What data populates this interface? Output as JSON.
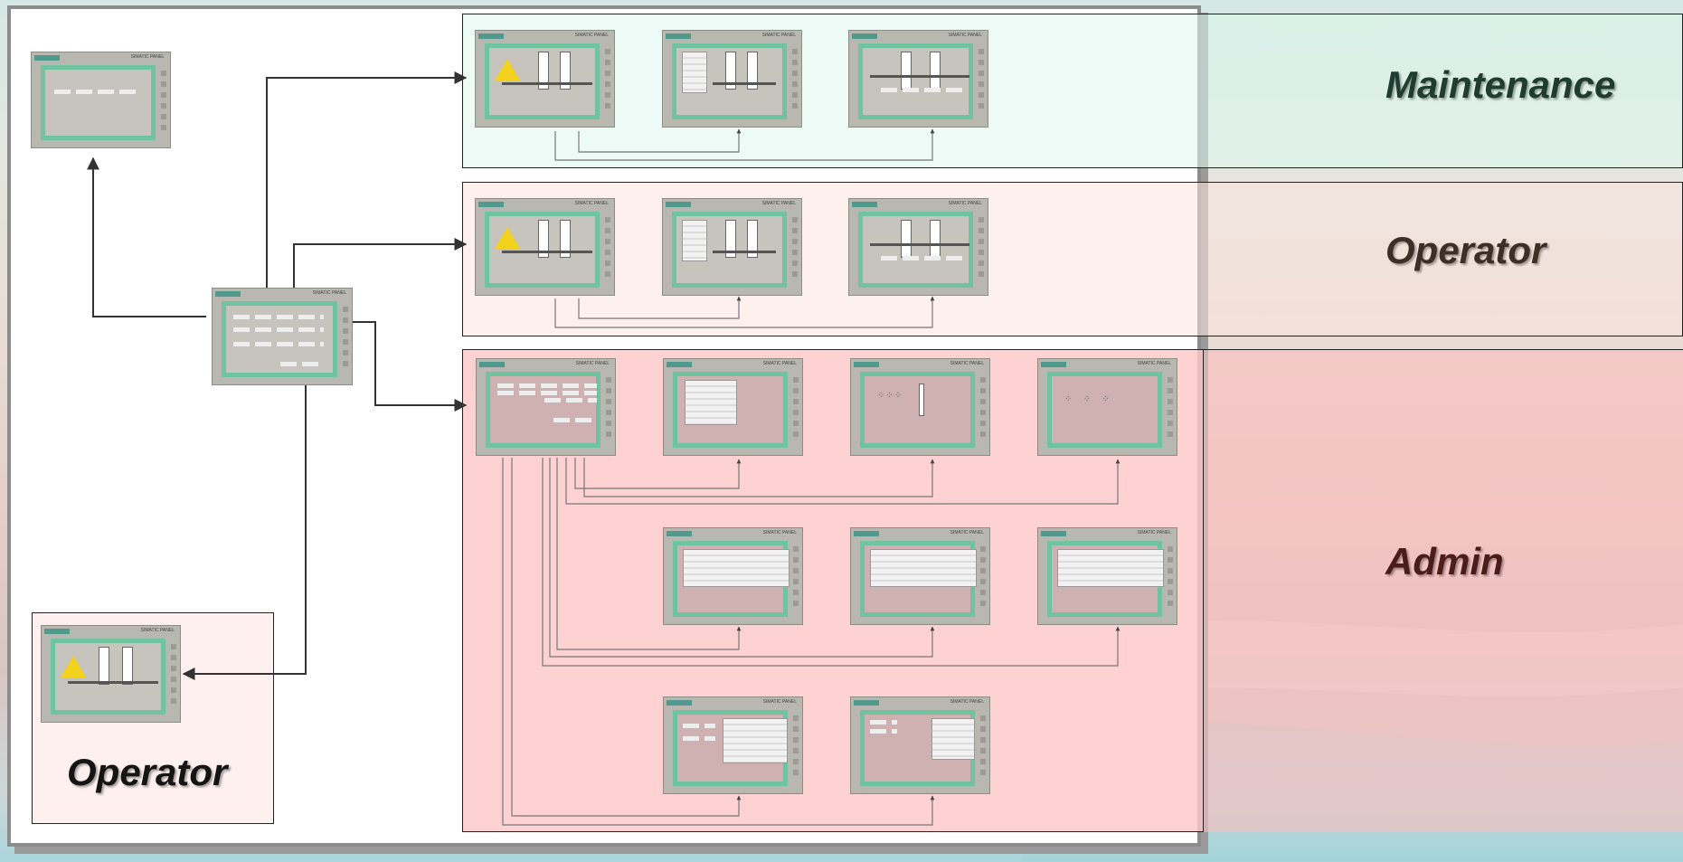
{
  "roles": {
    "maintenance": "Maintenance",
    "operator": "Operator",
    "admin": "Admin",
    "operator_bottom": "Operator"
  },
  "colors": {
    "maintenance_band": "#dcf8ec",
    "operator_band": "#fce4de",
    "admin_band": "#fabebe",
    "panel_bezel": "#6fc39f",
    "warning_yellow": "#f2d21c"
  },
  "panel": {
    "title": "SIMATIC PANEL"
  }
}
